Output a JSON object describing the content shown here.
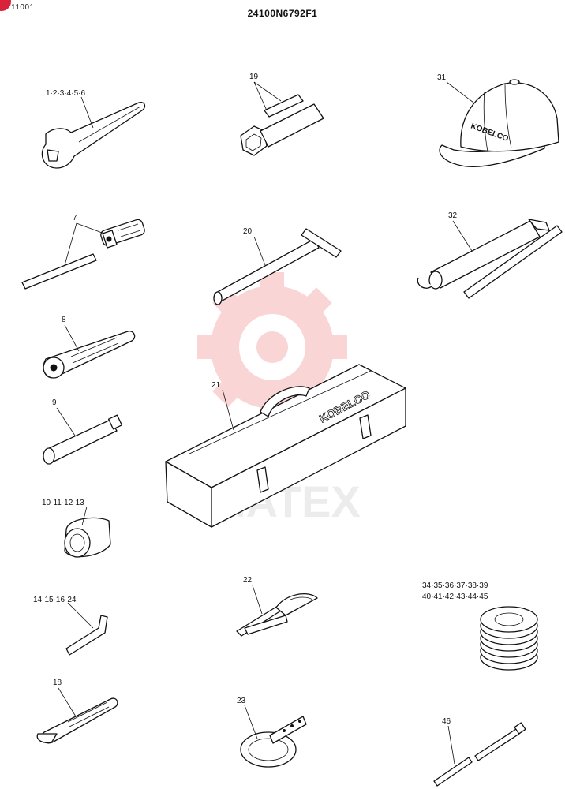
{
  "header": {
    "page_code": "11001",
    "document_code": "24100N6792F1"
  },
  "watermark": {
    "text": "MATEX",
    "color": "#f3b6b6"
  },
  "callouts": {
    "wrench": "1·2·3·4·5·6",
    "screwdriver": "7",
    "ratchet_handle": "8",
    "extension_bar": "9",
    "socket": "10·11·12·13",
    "hex_key": "14·15·16·24",
    "adjustable_wrench": "18",
    "box_wrench": "19",
    "t_handle_bar": "20",
    "toolbox": "21",
    "pliers": "22",
    "filter_wrench": "23",
    "cap": "31",
    "grease_gun": "32",
    "shims_line1": "34·35·36·37·38·39",
    "shims_line2": "40·41·42·43·44·45",
    "pin": "46"
  },
  "brand_labels": {
    "toolbox_logo": "KOBELCO",
    "cap_logo": "KOBELCO"
  }
}
